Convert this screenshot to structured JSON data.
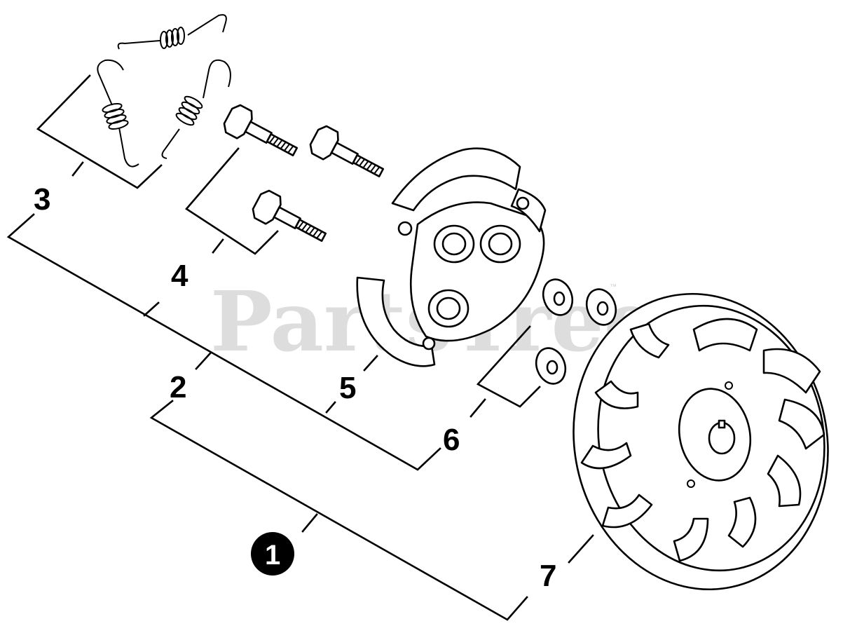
{
  "watermark": {
    "text": "PartsTree",
    "mark": "™"
  },
  "callouts": [
    {
      "id": "1",
      "style": "filled-circle"
    },
    {
      "id": "2",
      "style": "plain"
    },
    {
      "id": "3",
      "style": "plain"
    },
    {
      "id": "4",
      "style": "plain"
    },
    {
      "id": "5",
      "style": "plain"
    },
    {
      "id": "6",
      "style": "plain"
    },
    {
      "id": "7",
      "style": "plain"
    }
  ],
  "icons": [
    "spring-icon",
    "clutch-bolt-icon",
    "clutch-shoe-icon",
    "washer-icon",
    "flywheel-icon"
  ],
  "colors": {
    "ink": "#000000",
    "paper": "#ffffff",
    "watermark": "#c8c8c8"
  }
}
